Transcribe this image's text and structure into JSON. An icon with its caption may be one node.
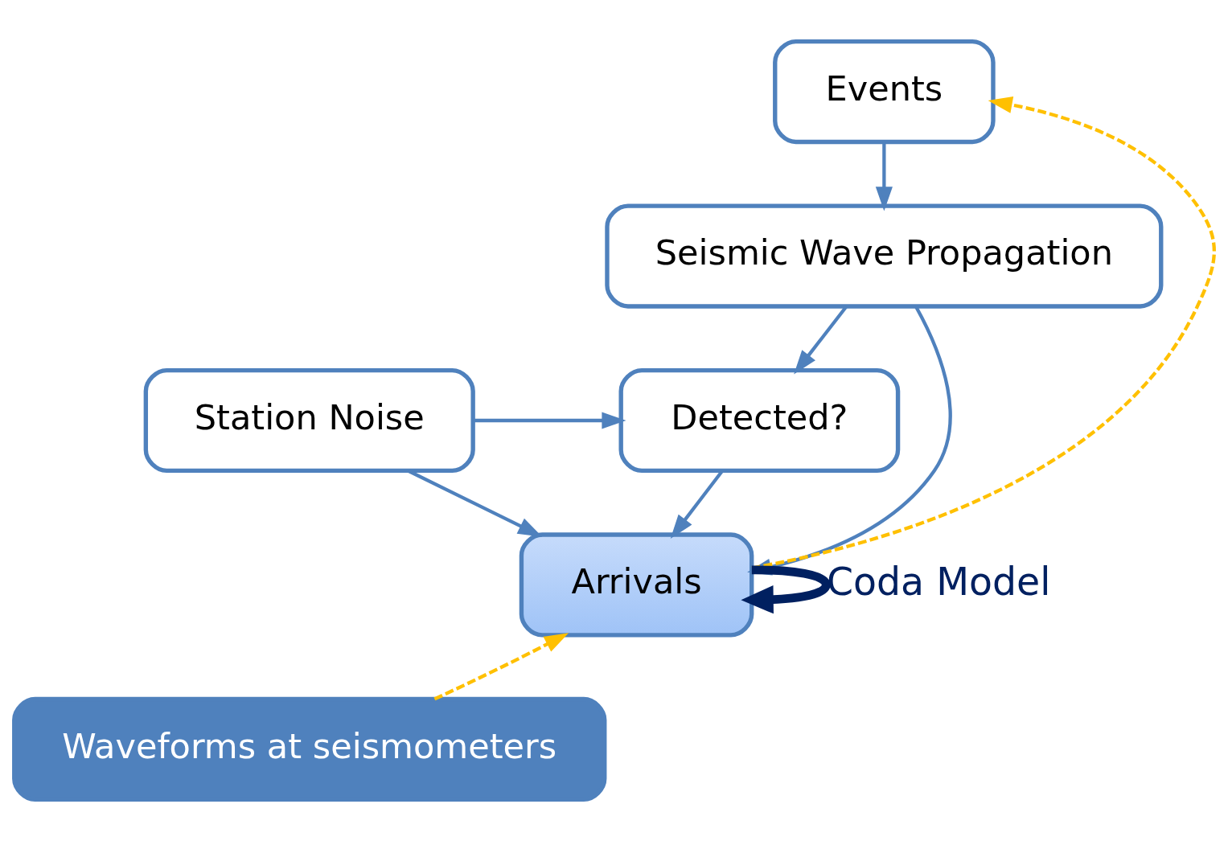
{
  "diagram": {
    "nodes": [
      {
        "text": [
          "Events"
        ]
      },
      {
        "text": [
          "Seismic Wave Propagation"
        ]
      },
      {
        "text": [
          "Detected?"
        ]
      },
      {
        "text": [
          "Station Noise"
        ]
      },
      {
        "text": [
          "Arrivals"
        ]
      },
      {
        "text": [
          "Waveforms at seismometers"
        ]
      }
    ],
    "edges": [
      {
        "from": 0,
        "to": 1,
        "arrow": "to"
      },
      {
        "from": 1,
        "to": 2,
        "arrow": "to"
      },
      {
        "from": 1,
        "to": 4,
        "arrow": "to"
      },
      {
        "from": 3,
        "to": 2,
        "arrow": "to"
      },
      {
        "from": 2,
        "to": 4,
        "arrow": "to"
      },
      {
        "from": 3,
        "to": 4,
        "arrow": "to"
      },
      {
        "from": 4,
        "to": 0,
        "arrow": "to",
        "style": "dashed",
        "color": "#ffc000"
      },
      {
        "from": 5,
        "to": 4,
        "arrow": "to",
        "style": "dashed",
        "color": "#ffc000"
      },
      {
        "from": 4,
        "to": 4,
        "arrow": "to",
        "style": "thick",
        "color": "#002060",
        "label": "Coda Model"
      }
    ]
  }
}
